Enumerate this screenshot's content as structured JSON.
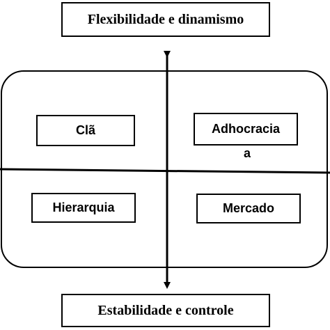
{
  "diagram": {
    "top_label": "Flexibilidade e dinamismo",
    "bottom_label": "Estabilidade e controle",
    "quadrants": {
      "top_left": "Clã",
      "top_right": "Adhocracia",
      "top_right_overflow": "a",
      "bottom_left": "Hierarquia",
      "bottom_right": "Mercado"
    }
  }
}
